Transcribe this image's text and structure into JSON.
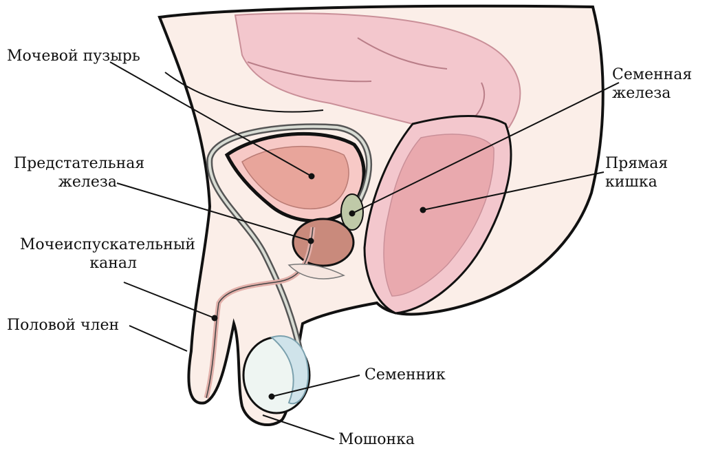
{
  "labels": {
    "bladder": "Мочевой пузырь",
    "seminal_vesicle": [
      "Семенная",
      "железа"
    ],
    "prostate": [
      "Предстательная",
      "железа"
    ],
    "rectum": [
      "Прямая",
      "кишка"
    ],
    "urethra": [
      "Мочеиспускательный",
      "канал"
    ],
    "penis": "Половой член",
    "testicle": "Семенник",
    "scrotum": "Мошонка"
  },
  "colors": {
    "body_fill": "#fbeee8",
    "outline": "#111111",
    "bladder_outer": "#f7c9c6",
    "bladder_inner": "#e8a59b",
    "intestine": "#f3c7cd",
    "rectum_inner": "#e9a9ae",
    "prostate": "#c98a7c",
    "seminal_vesicle": "#bfc9a8",
    "testicle": "#eef5f2",
    "epididymis": "#cfe3ea",
    "vas_deferens": "#9aa39b"
  }
}
